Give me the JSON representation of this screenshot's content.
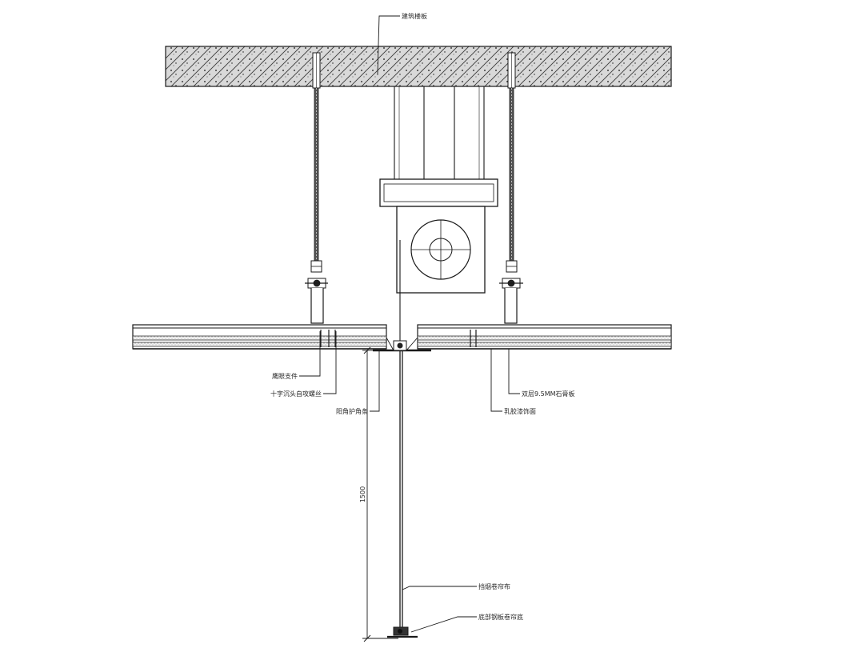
{
  "annotations": {
    "slab": "建筑楼板",
    "screw_hanger": "鹰眼支件",
    "cross_screw": "十字沉头自攻螺丝",
    "corner_guard": "阳角护角条",
    "gypsum_board": "双层9.5MM石膏板",
    "latex_paint": "乳胶漆饰面",
    "curtain": "挡烟卷帘布",
    "bottom_bar": "底部钢板卷帘底"
  },
  "dimension": {
    "text": "1500"
  }
}
